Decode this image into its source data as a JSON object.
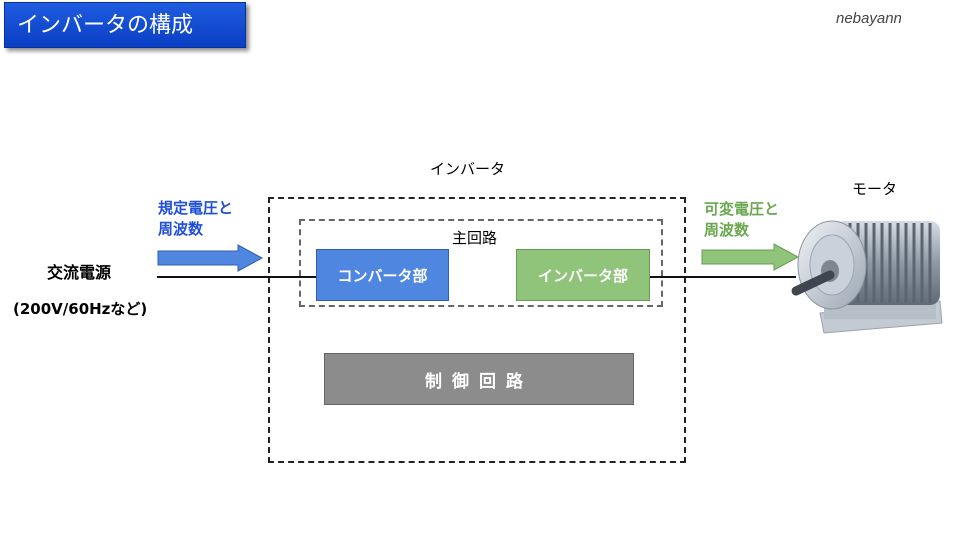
{
  "title": "インバータの構成",
  "author": "nebayann",
  "inverter_label": "インバータ",
  "main_circuit_label": "主回路",
  "converter_label": "コンバータ部",
  "inverter_section_label": "インバータ部",
  "control_label": "制御回路",
  "ac_source": {
    "label": "交流電源",
    "spec": "(200V/60Hzなど)"
  },
  "input_arrow_text": [
    "規定電圧と",
    "周波数"
  ],
  "output_arrow_text": [
    "可変電圧と",
    "周波数"
  ],
  "motor_label": "モータ",
  "colors": {
    "title_bg": "#1f5ce0",
    "converter": "#4f86e0",
    "inverter": "#8fc47a",
    "control": "#8c8c8c",
    "input_text": "#1f4fd8",
    "output_text": "#6aa84f"
  }
}
